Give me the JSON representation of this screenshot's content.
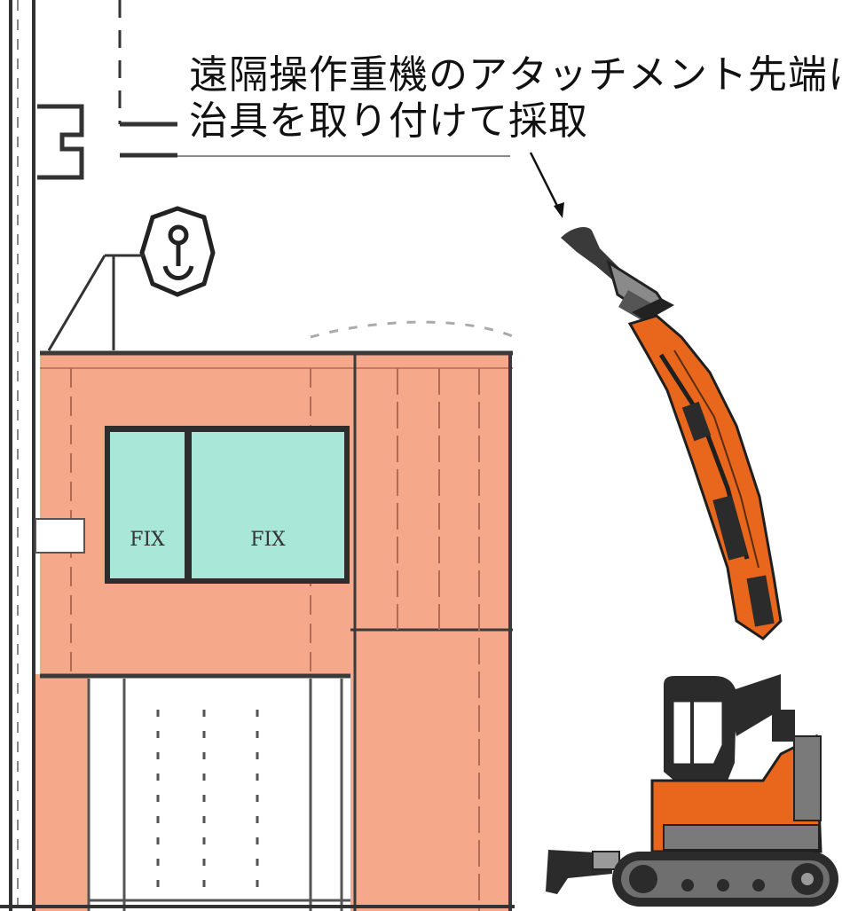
{
  "caption": {
    "line1": "遠隔操作重機のアタッチメント先端に",
    "line2": "治具を取り付けて採取"
  },
  "drawing": {
    "window_label_left": "FIX",
    "window_label_right": "FIX"
  },
  "colors": {
    "wall_salmon": "#f5a98a",
    "window_mint": "#a9e8d8",
    "machine_orange": "#e8671c",
    "machine_dark": "#2b2b2b",
    "machine_grey": "#9a9a9a"
  }
}
